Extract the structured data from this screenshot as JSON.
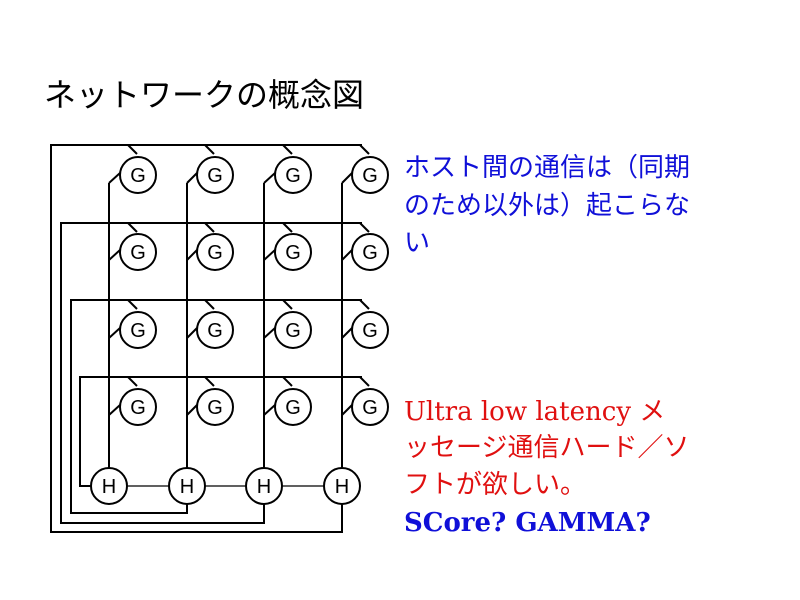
{
  "title": "ネットワークの概念図",
  "diagram": {
    "gateway_label": "G",
    "host_label": "H",
    "rows": 4,
    "cols": 4
  },
  "note_blue": {
    "lines": [
      "ホスト間の通信は（同期",
      "のため以外は）起こらな",
      "い"
    ],
    "color": "#1010d8"
  },
  "note_red": {
    "lines": [
      "Ultra low latency メ",
      "ッセージ通信ハード／ソ",
      "フトが欲しい。"
    ],
    "color": "#e01010"
  },
  "question": "SCore?  GAMMA?"
}
